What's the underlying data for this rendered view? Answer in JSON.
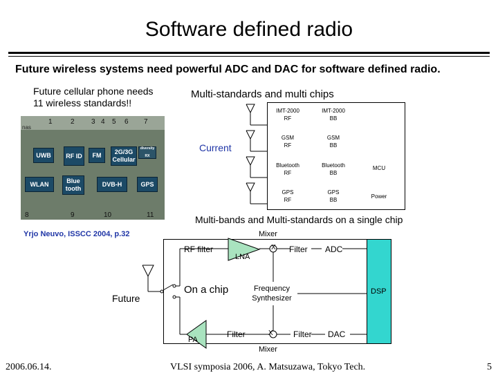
{
  "title": "Software defined radio",
  "subtitle": "Future wireless systems need powerful ADC and DAC for software defined radio.",
  "left_note": {
    "line1": "Future cellular phone needs",
    "line2": "11 wireless standards!!"
  },
  "multi_header": "Multi-standards and multi chips",
  "current_label": "Current",
  "chip_rows": [
    {
      "rf": [
        "IMT-2000",
        "RF"
      ],
      "bb": [
        "IMT-2000",
        "BB"
      ],
      "extra": ""
    },
    {
      "rf": [
        "GSM",
        "RF"
      ],
      "bb": [
        "GSM",
        "BB"
      ],
      "extra": ""
    },
    {
      "rf": [
        "Bluetooth",
        "RF"
      ],
      "bb": [
        "Bluetooth",
        "BB"
      ],
      "extra": "MCU"
    },
    {
      "rf": [
        "GPS",
        "RF"
      ],
      "bb": [
        "GPS",
        "BB"
      ],
      "extra": "Power"
    }
  ],
  "photo": {
    "numbers": [
      "1",
      "2",
      "3",
      "4",
      "5",
      "6",
      "7",
      "8",
      "9",
      "10",
      "11"
    ],
    "side_text": "nas",
    "chips": [
      "UWB",
      "RF ID",
      "FM",
      "2G/3G Cellular",
      "diversity RX",
      "WLAN",
      "Blue tooth",
      "DVB-H",
      "GPS"
    ]
  },
  "single_chip_title": "Multi-bands and Multi-standards on a single chip",
  "citation": "Yrjo Neuvo, ISSCC 2004, p.32",
  "future": {
    "label": "Future",
    "on_a_chip": "On a chip",
    "mixer_top": "Mixer",
    "mixer_bottom": "Mixer",
    "rf_filter": "RF filter",
    "lna": "LNA",
    "filter_rx": "Filter",
    "adc": "ADC",
    "freq_synth": [
      "Frequency",
      "Synthesizer"
    ],
    "dsp": "DSP",
    "pa": "PA",
    "filter_tx1": "Filter",
    "filter_tx2": "Filter",
    "dac": "DAC",
    "mixer_symbol": "X",
    "colors": {
      "dsp": "#33d6cf",
      "amp": "#a9e3bf"
    }
  },
  "footer": {
    "date": "2006.06.14.",
    "venue": "VLSI symposia 2006, A. Matsuzawa, Tokyo Tech.",
    "page": "5"
  }
}
